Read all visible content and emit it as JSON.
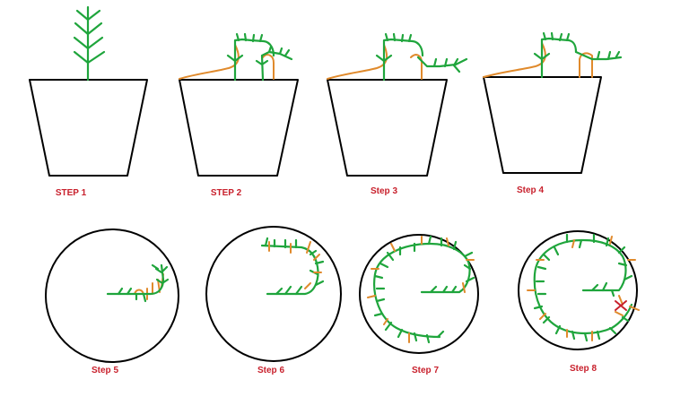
{
  "steps": [
    {
      "label": "STEP 1"
    },
    {
      "label": "STEP 2"
    },
    {
      "label": "Step 3"
    },
    {
      "label": "Step 4"
    },
    {
      "label": "Step 5"
    },
    {
      "label": "Step 6"
    },
    {
      "label": "Step 7"
    },
    {
      "label": "Step 8"
    }
  ],
  "colors": {
    "outline": "#000000",
    "plant": "#1fa53c",
    "stem": "#e08a2c",
    "label": "#c8202c",
    "mark": "#c8202c"
  }
}
